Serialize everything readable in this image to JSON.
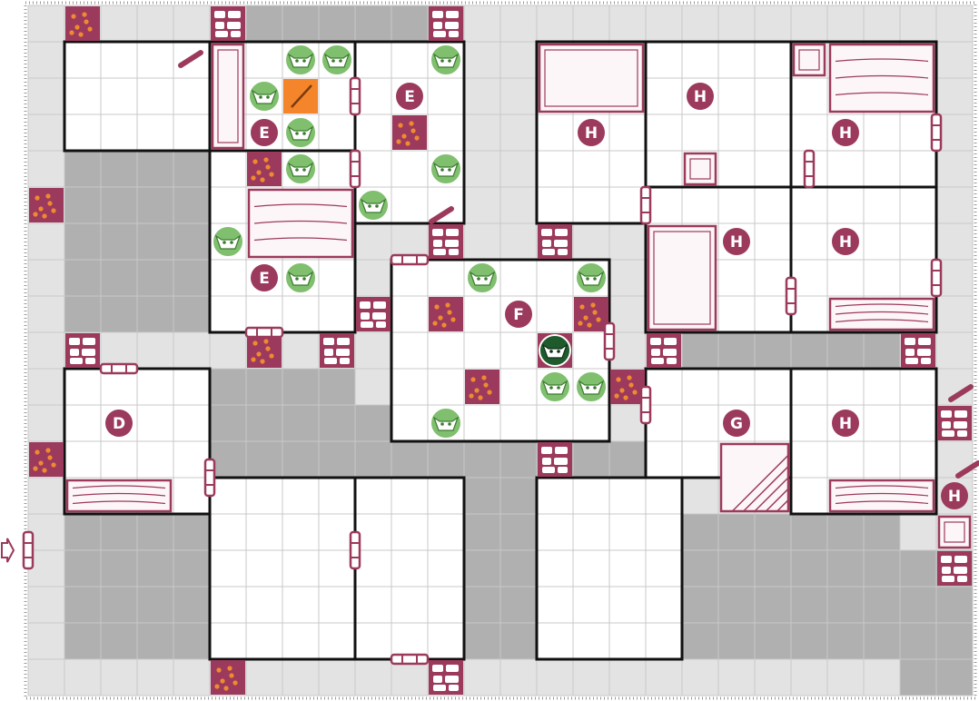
{
  "map": {
    "grid_columns": 26,
    "grid_rows": 19,
    "colors": {
      "corridor": "#e3e3e3",
      "solid_rock": "#b0b0b0",
      "room_floor": "#ffffff",
      "grid_line": "#c8c8c8",
      "wall": "#111111",
      "accent": "#9b3a5c",
      "rubble_dot": "#f08a30",
      "monster_fill": "#7fbf6e",
      "boss_fill": "#1e5a2c",
      "highlight": "#f5852a"
    },
    "entrance_icon": "arrow-right-outline-icon",
    "room_labels": [
      "E",
      "E",
      "E",
      "F",
      "H",
      "H",
      "H",
      "H",
      "H",
      "D",
      "G",
      "H",
      "H"
    ],
    "monster_icon": "goblin-face-icon",
    "boss_icon": "orc-warlord-face-icon",
    "door_icon": "door-icon",
    "furniture_icons": [
      "table-icon",
      "desk-icon",
      "bookcase-icon",
      "chest-icon",
      "fireplace-icon",
      "tomb-icon",
      "weapon-rack-icon",
      "stairs-icon"
    ],
    "trap_icons": [
      "rubble-icon",
      "block-icon"
    ]
  }
}
